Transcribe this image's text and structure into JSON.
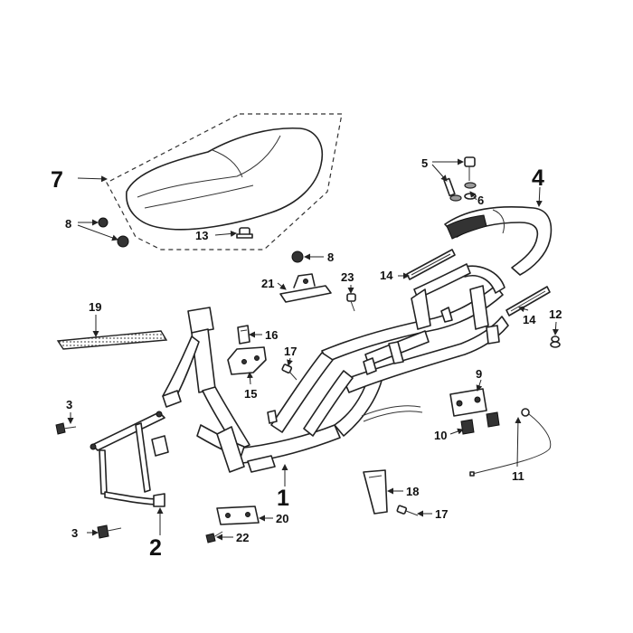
{
  "labels": {
    "p1": "1",
    "p2": "2",
    "p3a": "3",
    "p3b": "3",
    "p4": "4",
    "p5": "5",
    "p6": "6",
    "p7": "7",
    "p8a": "8",
    "p8b": "8",
    "p9": "9",
    "p10": "10",
    "p11": "11",
    "p12": "12",
    "p13": "13",
    "p14a": "14",
    "p14b": "14",
    "p15": "15",
    "p16": "16",
    "p17a": "17",
    "p17b": "17",
    "p18": "18",
    "p19": "19",
    "p20": "20",
    "p21": "21",
    "p22": "22",
    "p23": "23"
  }
}
